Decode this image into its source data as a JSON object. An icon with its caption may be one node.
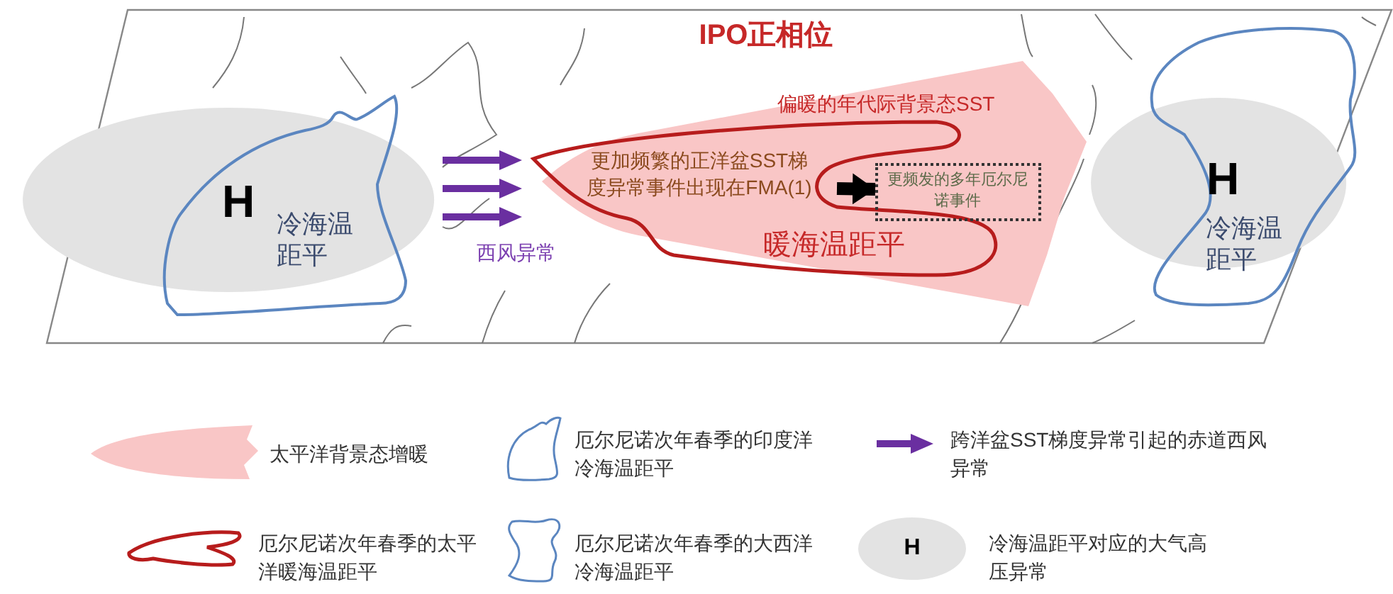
{
  "diagram": {
    "title": "IPO正相位",
    "nodes": [
      {
        "text": [
          "H",
          "冷海温距平"
        ]
      },
      {
        "text": [
          "偏暖的年代际背景态SST"
        ]
      },
      {
        "text": [
          "更加频繁的正洋盆SST梯度异常事件出现在FMA(1)",
          "暖海温距平"
        ],
        "in": 1
      },
      {
        "text": [
          "更频发的多年厄尔尼诺事件"
        ],
        "in": 1
      },
      {
        "text": [
          "H",
          "冷海温距平"
        ]
      }
    ],
    "edges": [
      {
        "from": 2,
        "to": 3,
        "arrow": "to"
      }
    ],
    "labels": [
      "西风异常",
      "H"
    ],
    "legend": [
      {
        "text": "太平洋背景态增暖"
      },
      {
        "text": "厄尔尼诺次年春季的印度洋冷海温距平"
      },
      {
        "text": "跨洋盆SST梯度异常引起的赤道西风异常"
      },
      {
        "text": "厄尔尼诺次年春季的太平洋暖海温距平"
      },
      {
        "text": "厄尔尼诺次年春季的大西洋冷海温距平"
      },
      {
        "text": "冷海温距平对应的大气高压异常"
      }
    ]
  }
}
